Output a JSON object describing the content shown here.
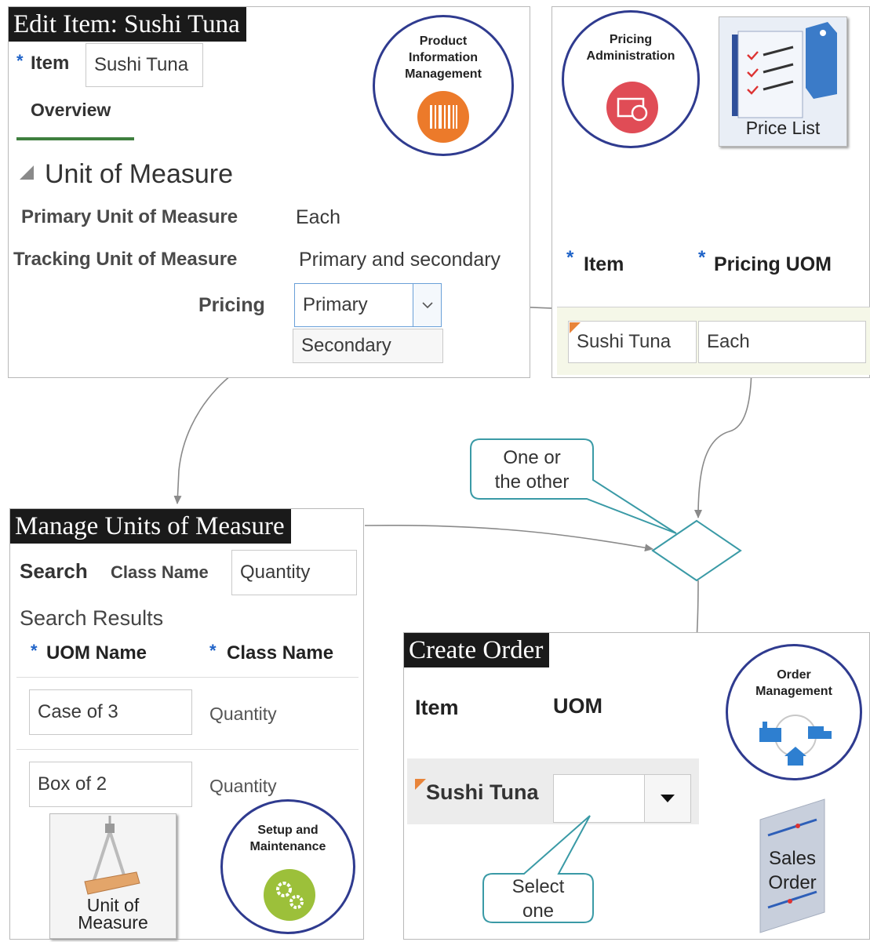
{
  "edit_item": {
    "title": "Edit Item: Sushi Tuna",
    "item_label": "Item",
    "item_value": "Sushi Tuna",
    "tab_overview": "Overview",
    "section_uom": "Unit of Measure",
    "primary_uom_label": "Primary Unit of Measure",
    "primary_uom_value": "Each",
    "tracking_uom_label": "Tracking Unit of Measure",
    "tracking_uom_value": "Primary and secondary",
    "pricing_label": "Pricing",
    "pricing_value": "Primary",
    "pricing_option_secondary": "Secondary",
    "badge_pim": [
      "Product",
      "Information",
      "Management"
    ]
  },
  "pricing_admin": {
    "badge": [
      "Pricing",
      "Administration"
    ],
    "price_list_label": "Price List",
    "col_item": "Item",
    "col_pricing_uom": "Pricing UOM",
    "row_item": "Sushi Tuna",
    "row_uom": "Each"
  },
  "manage_uom": {
    "title": "Manage Units of Measure",
    "search_label": "Search",
    "class_name_label": "Class Name",
    "class_name_value": "Quantity",
    "search_results": "Search Results",
    "col_uom_name": "UOM Name",
    "col_class_name": "Class Name",
    "rows": [
      {
        "uom": "Case of 3",
        "class": "Quantity"
      },
      {
        "uom": "Box of 2",
        "class": "Quantity"
      }
    ],
    "uom_icon_label": [
      "Unit of",
      "Measure"
    ],
    "badge_setup": [
      "Setup and",
      "Maintenance"
    ]
  },
  "create_order": {
    "title": "Create Order",
    "col_item": "Item",
    "col_uom": "UOM",
    "row_item": "Sushi Tuna",
    "row_uom": "",
    "badge_om": [
      "Order",
      "Management"
    ],
    "sales_order_label": [
      "Sales",
      "Order"
    ]
  },
  "callouts": {
    "one_or_other": [
      "One or",
      "the other"
    ],
    "select_one": [
      "Select",
      "one"
    ]
  },
  "colors": {
    "accent_blue": "#1f63c8",
    "badge_ring": "#2f3b8f",
    "pim_orange": "#ec7a2a",
    "pricing_red": "#e04c56",
    "setup_green": "#9cc03a",
    "om_blue": "#2e7fd0",
    "callout_teal": "#3a9aa6",
    "tab_green": "#3f7f3f"
  }
}
